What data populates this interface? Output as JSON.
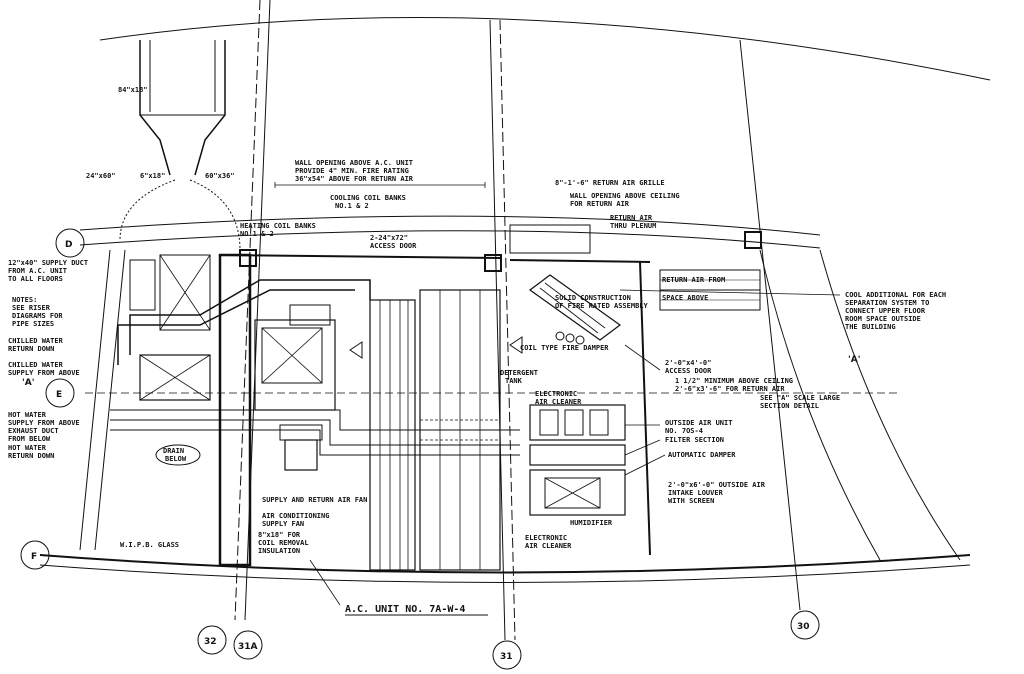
{
  "drawing": {
    "grid_bubbles": {
      "d": "D",
      "e": "E",
      "f": "F",
      "c32": "32",
      "c31a": "31A",
      "c31": "31",
      "c30": "30",
      "sec_a_left": "'A'",
      "sec_a_right": "'A'"
    },
    "labels": {
      "dim_top": "84\"x18\"",
      "dim_left": "24\"x60\"",
      "dim_left2": "6\"x18\"",
      "dim_right_small": "60\"x36\"",
      "wall_opening": "WALL OPENING ABOVE A.C. UNIT",
      "wall_opening_sub1": "PROVIDE 4\" MIN. FIRE RATING",
      "wall_opening_sub2": "36\"x54\" ABOVE FOR RETURN AIR",
      "cooling_coil": "COOLING COIL BANKS",
      "cooling_coil_sub": "NO.1 & 2",
      "heating_coil": "HEATING COIL BANKS",
      "heating_coil_sub": "NO.1 & 2",
      "filters": "2-24\"x72\"",
      "filters_sub": "ACCESS DOOR",
      "supply_duct": "12\"x40\" SUPPLY DUCT",
      "supply_duct_sub1": "FROM A.C. UNIT",
      "supply_duct_sub2": "TO ALL FLOORS",
      "notes": "NOTES:",
      "notes_1": "SEE RISER",
      "notes_2": "DIAGRAMS FOR",
      "notes_3": "PIPE SIZES",
      "chilled_water": "CHILLED WATER",
      "chilled_water_sub": "RETURN DOWN",
      "chilled_supply": "CHILLED WATER",
      "chilled_supply_sub": "SUPPLY FROM ABOVE",
      "hot_water": "HOT WATER",
      "hot_water_sub": "SUPPLY FROM ABOVE",
      "exhaust": "EXHAUST DUCT",
      "exhaust_sub": "FROM BELOW",
      "hot_water_return": "HOT WATER",
      "hot_water_return_sub": "RETURN DOWN",
      "drain": "DRAIN",
      "drain_sub": "BELOW",
      "wire_glass": "W.I.P.B. GLASS",
      "supply_fan": "SUPPLY AND RETURN AIR FAN",
      "supply_fan_sub": "AIR CONDITIONING",
      "supply_fan_sub2": "SUPPLY FAN",
      "coil_note": "8\"x18\" FOR",
      "coil_note_sub": "COIL REMOVAL",
      "insulation": "INSULATION",
      "ac_unit": "A.C. UNIT NO. 7A-W-4",
      "return_grille": "8\"-1'-6\" RETURN AIR GRILLE",
      "wall_opening_right": "WALL OPENING ABOVE CEILING",
      "wall_opening_right_sub": "FOR RETURN AIR",
      "return_air": "RETURN AIR",
      "return_air_sub": "THRU PLENUM",
      "return_air_right": "RETURN AIR FROM",
      "return_air_right_sub": "SPACE ABOVE",
      "fire_damper": "SOLID CONSTRUCTION",
      "fire_damper_sub": "OF FIRE RATED ASSEMBLY",
      "coil_type_fire": "COIL TYPE FIRE DAMPER",
      "detergent": "DETERGENT",
      "detergent_sub": "TANK",
      "electronic_air": "ELECTRONIC",
      "electronic_air_sub": "AIR CLEANER",
      "access_door": "2'-0\"x4'-0\"",
      "access_door_sub": "ACCESS DOOR",
      "tag_right_1": "1 1/2\" MINIMUM ABOVE CEILING",
      "tag_right_1b": "2'-6\"x3'-6\" FOR RETURN AIR",
      "outside_air_unit": "OUTSIDE AIR UNIT",
      "outside_air_unit_sub": "NO. 7OS-4",
      "filter_section": "FILTER SECTION",
      "auto_damper": "AUTOMATIC DAMPER",
      "outside_air": "2'-0\"x6'-0\" OUTSIDE AIR",
      "outside_air_sub": "INTAKE LOUVER",
      "outside_air_sub2": "WITH SCREEN",
      "see_section": "SEE \"A\" SCALE LARGE",
      "see_section_sub": "SECTION DETAIL",
      "electronic_bank": "ELECTRONIC",
      "electronic_bank_sub": "AIR CLEANER",
      "humidifier": "HUMIDIFIER",
      "right_big_note_1": "COOL ADDITIONAL FOR EACH",
      "right_big_note_2": "SEPARATION SYSTEM TO",
      "right_big_note_3": "CONNECT UPPER FLOOR",
      "right_big_note_4": "ROOM SPACE OUTSIDE",
      "right_big_note_5": "THE BUILDING"
    }
  }
}
